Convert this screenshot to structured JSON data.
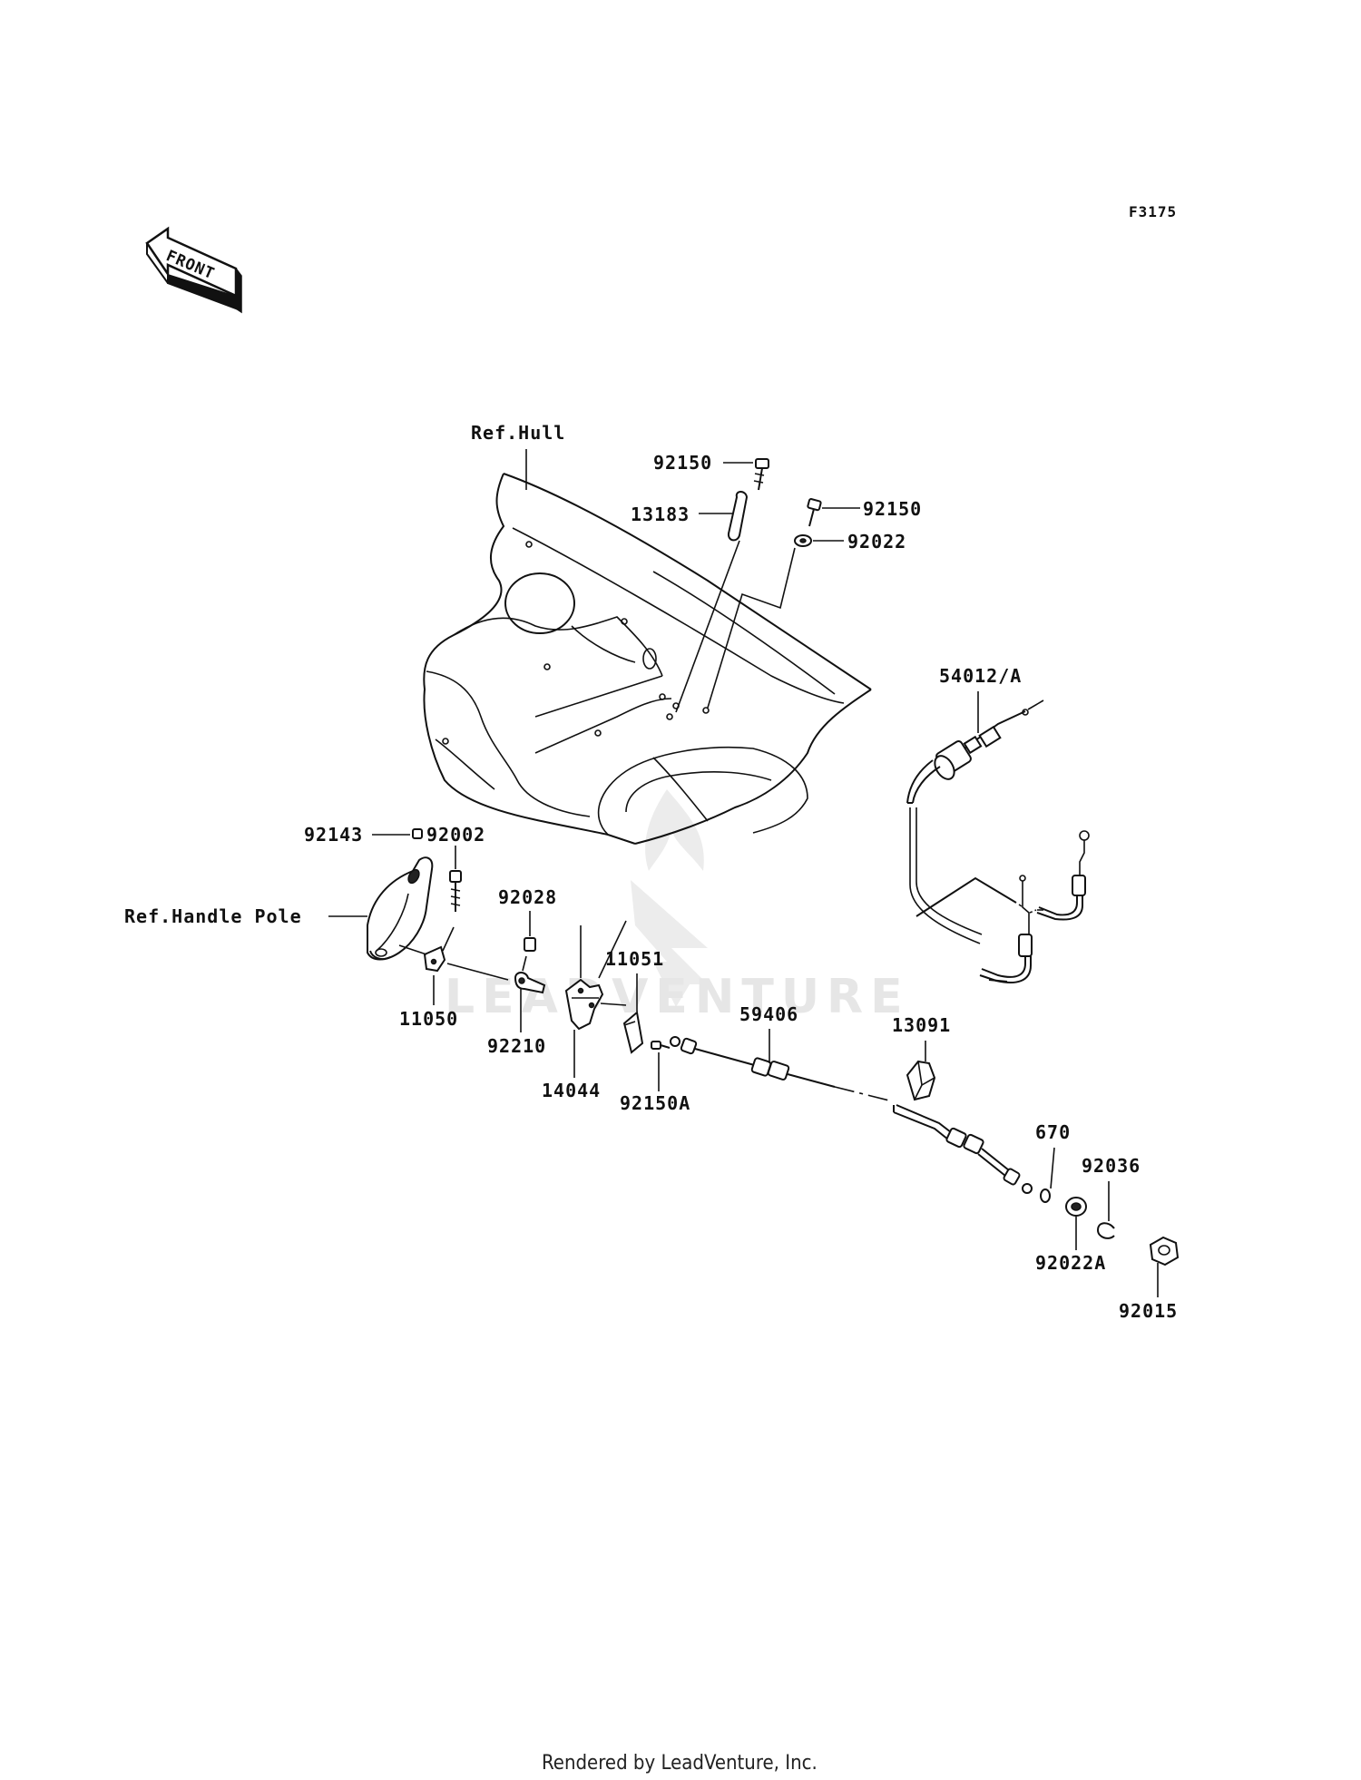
{
  "diagram_code": "F3175",
  "front_arrow_label": "FRONT",
  "watermark": "LEADVENTURE",
  "footer": "Rendered by LeadVenture, Inc.",
  "references": {
    "hull": "Ref.Hull",
    "handle_pole": "Ref.Handle Pole"
  },
  "parts": {
    "p92150_top": "92150",
    "p13183": "13183",
    "p92150_right": "92150",
    "p92022": "92022",
    "p54012A": "54012/A",
    "p92143": "92143",
    "p92002": "92002",
    "p92028": "92028",
    "p11051": "11051",
    "p11050": "11050",
    "p92210": "92210",
    "p14044": "14044",
    "p92150A": "92150A",
    "p59406": "59406",
    "p13091": "13091",
    "p670": "670",
    "p92036": "92036",
    "p92022A": "92022A",
    "p92015": "92015"
  }
}
